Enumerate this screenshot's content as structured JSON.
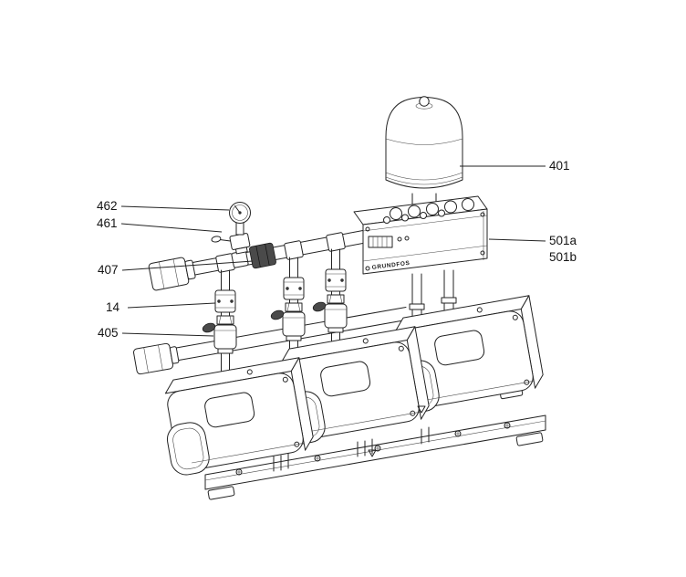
{
  "diagram": {
    "background": "#ffffff",
    "ink_color": "#232323",
    "brand_label": "GRUNDFOS",
    "callouts": [
      {
        "id": "462",
        "label": "462"
      },
      {
        "id": "461",
        "label": "461"
      },
      {
        "id": "407",
        "label": "407"
      },
      {
        "id": "14",
        "label": "14"
      },
      {
        "id": "405",
        "label": "405"
      },
      {
        "id": "401",
        "label": "401"
      },
      {
        "id": "501a",
        "label": "501a"
      },
      {
        "id": "501b",
        "label": "501b"
      }
    ]
  }
}
